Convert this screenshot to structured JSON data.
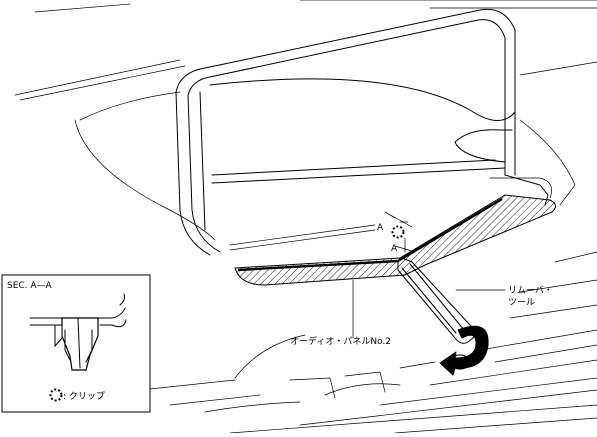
{
  "inset": {
    "title": "SEC. A—A",
    "legend_text": ": クリップ"
  },
  "labels": {
    "section_mark_upper": "A",
    "section_mark_lower": "A",
    "removal_tool_line1": "リムーバ・",
    "removal_tool_line2": "ツール",
    "audio_panel": "オーディオ・パネルNo.2"
  },
  "icons": {
    "clip": "dotted-circle-icon",
    "pry_direction": "curved-arrow-icon"
  }
}
